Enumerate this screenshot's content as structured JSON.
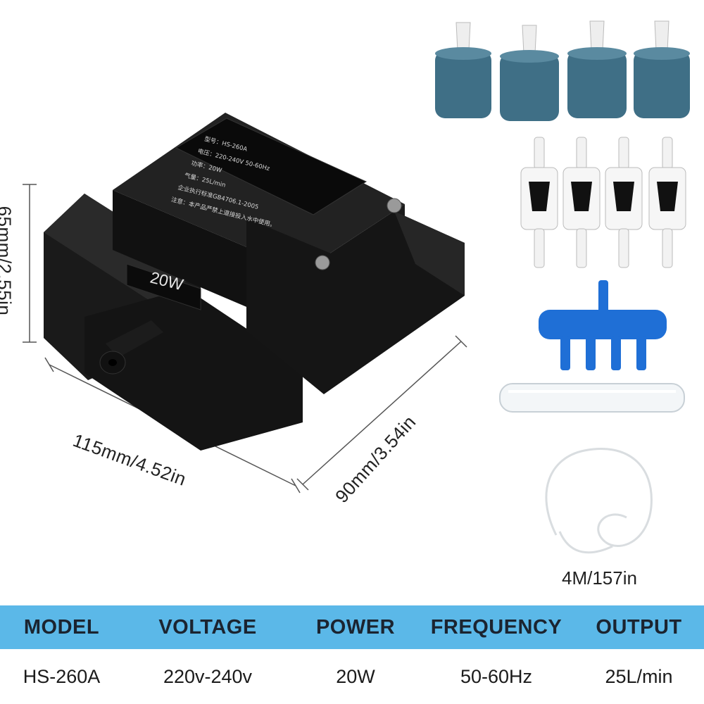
{
  "product": {
    "wattage_label": "20W",
    "nameplate": [
      "型号：HS-260A",
      "电压：220-240V  50-60Hz",
      "功率：20W",
      "气量：25L/min",
      "企业执行标准GB4706.1-2005",
      "注意：本产品严禁上道接投入水中使用。"
    ]
  },
  "dimensions": {
    "height": "65mm/2.55in",
    "length": "115mm/4.52in",
    "width": "90mm/3.54in"
  },
  "accessories": {
    "tubing_length": "4M/157in"
  },
  "specs": {
    "headers": [
      "MODEL",
      "VOLTAGE",
      "POWER",
      "FREQUENCY",
      "OUTPUT"
    ],
    "values": [
      "HS-260A",
      "220v-240v",
      "20W",
      "50-60Hz",
      "25L/min"
    ]
  },
  "colors": {
    "header_bg": "#5bb8e8",
    "pump_body": "#151515",
    "air_stone": "#3f6f86",
    "manifold": "#1f6fd6"
  }
}
